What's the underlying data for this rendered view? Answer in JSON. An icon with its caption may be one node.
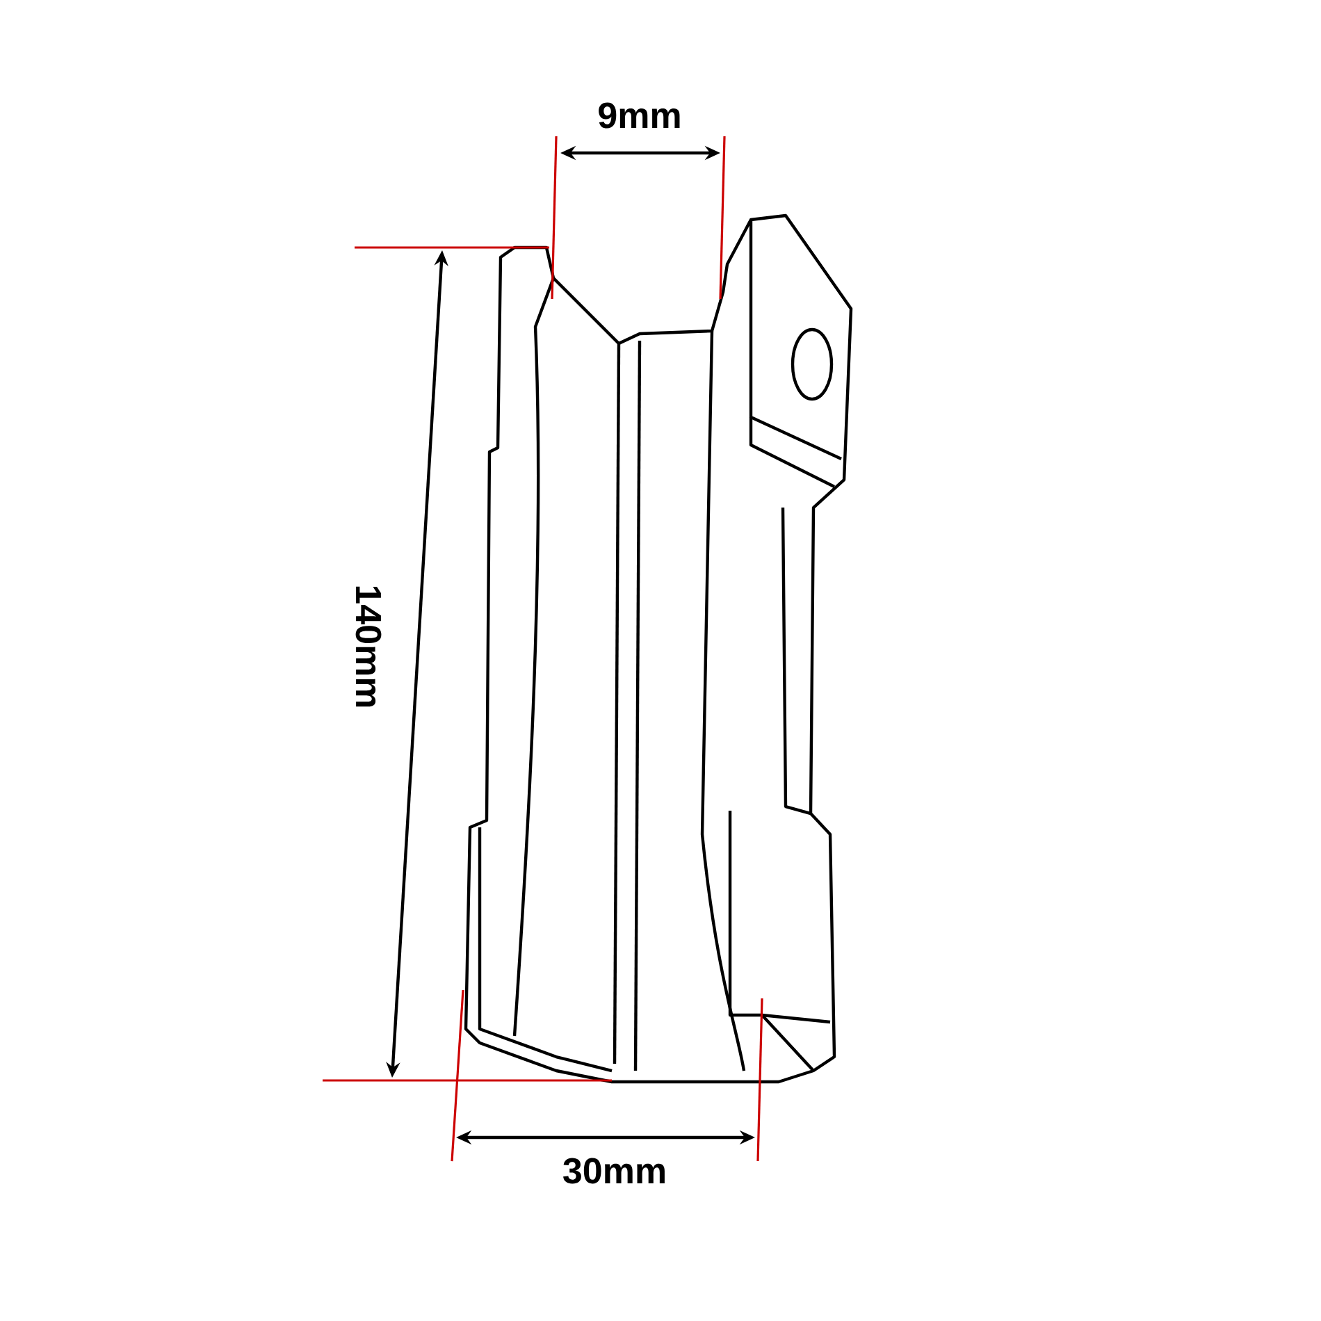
{
  "diagram": {
    "labels": [
      "9mm",
      "140mm",
      "30mm"
    ]
  }
}
